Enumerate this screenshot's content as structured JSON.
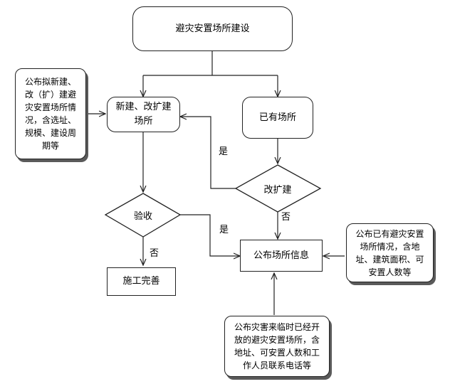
{
  "nodes": {
    "top": "避灾安置场所建设",
    "new_build": "新建、改扩建场所",
    "existing": "已有场所",
    "expand_decision": "改扩建",
    "acceptance_decision": "验收",
    "construction": "施工完善",
    "publish_info": "公布场所信息"
  },
  "notes": {
    "left": "公布拟新建、改（扩）建避灾安置场所情况，含选址、规模、建设周期等",
    "right": "公布已有避灾安置场所情况，含地址、建筑面积、可安置人数等",
    "bottom": "公布灾害来临时已经开放的避灾安置场所，含地址、可安置人数和工作人员联系电话等"
  },
  "edge_labels": {
    "yes_expand": "是",
    "no_expand": "否",
    "yes_accept": "是",
    "no_accept": "否"
  }
}
